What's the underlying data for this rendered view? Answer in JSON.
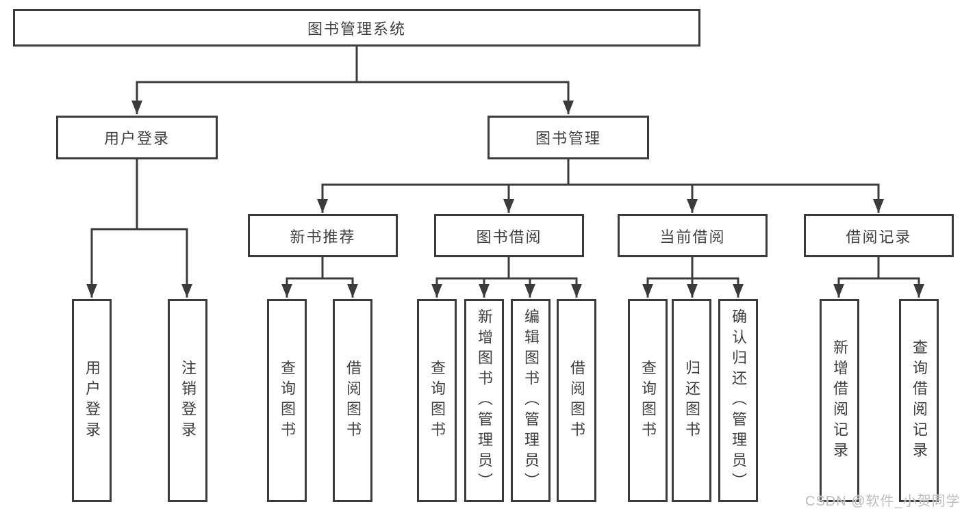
{
  "tree": {
    "label": "图书管理系统",
    "children": [
      {
        "label": "用户登录",
        "children": [
          {
            "label": "用户登录"
          },
          {
            "label": "注销登录"
          }
        ]
      },
      {
        "label": "图书管理",
        "children": [
          {
            "label": "新书推荐",
            "children": [
              {
                "label": "查询图书"
              },
              {
                "label": "借阅图书"
              }
            ]
          },
          {
            "label": "图书借阅",
            "children": [
              {
                "label": "查询图书"
              },
              {
                "label": "新增图书（管理员）"
              },
              {
                "label": "编辑图书（管理员）"
              },
              {
                "label": "借阅图书"
              }
            ]
          },
          {
            "label": "当前借阅",
            "children": [
              {
                "label": "查询图书"
              },
              {
                "label": "归还图书"
              },
              {
                "label": "确认归还（管理员）"
              }
            ]
          },
          {
            "label": "借阅记录",
            "children": [
              {
                "label": "新增借阅记录"
              },
              {
                "label": "查询借阅记录"
              }
            ]
          }
        ]
      }
    ]
  },
  "watermark": {
    "text": "CSDN @软件_小贺同学"
  },
  "colors": {
    "line": "#3b3b3b",
    "text": "#3f3f3f",
    "background": "#ffffff",
    "watermark": "#bdbdbd"
  }
}
